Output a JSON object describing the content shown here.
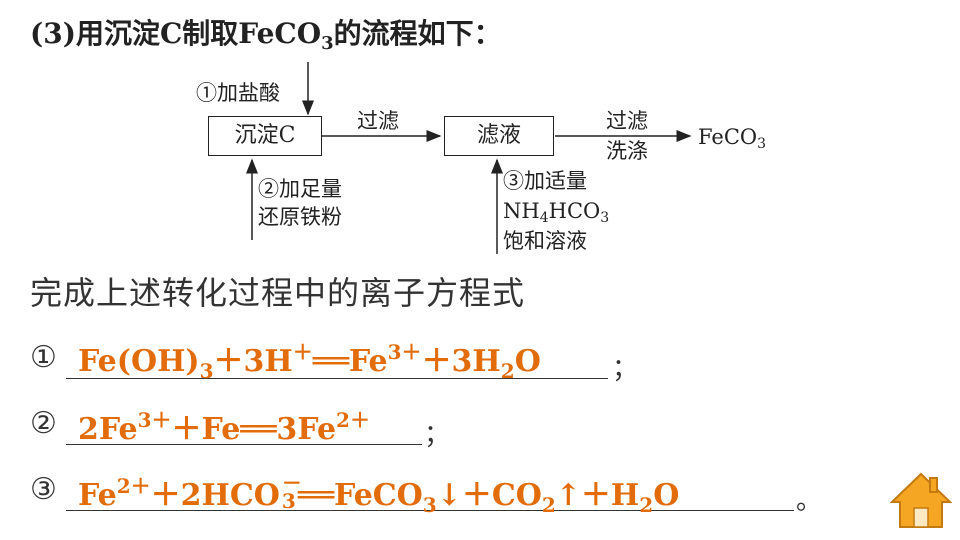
{
  "title": {
    "prefix": "(3)用沉淀C制取FeCO",
    "sub": "3",
    "suffix": "的流程如下："
  },
  "flow": {
    "step1": "①加盐酸",
    "box1": "沉淀C",
    "arrow1": "过滤",
    "box2": "滤液",
    "arrow2_line1": "过滤",
    "arrow2_line2": "洗涤",
    "product_main": "FeCO",
    "product_sub": "3",
    "step2_line1": "②加足量",
    "step2_line2": "还原铁粉",
    "step3_line1": "③加适量",
    "step3_line2_a": "NH",
    "step3_line2_sub1": "4",
    "step3_line2_b": "HCO",
    "step3_line2_sub2": "3",
    "step3_line3": "饱和溶液"
  },
  "prompt": "完成上述转化过程中的离子方程式",
  "equations": [
    {
      "num": "①",
      "end": "；",
      "parts": [
        "Fe(OH)",
        "3",
        "＋3H",
        "＋",
        "══Fe",
        "3＋",
        "＋3H",
        "2",
        "O"
      ]
    },
    {
      "num": "②",
      "end": "；",
      "parts": [
        "2Fe",
        "3＋",
        "＋Fe══3Fe",
        "2＋"
      ]
    },
    {
      "num": "③",
      "end": "。",
      "parts": [
        "Fe",
        "2＋",
        "＋2HCO",
        "－",
        "3",
        "══FeCO",
        "3",
        "↓＋CO",
        "2",
        "↑＋H",
        "2",
        "O"
      ]
    }
  ],
  "colors": {
    "answer": "#e36c0a",
    "home_icon": "#f5a623"
  },
  "icons": {
    "home": "home-icon"
  }
}
